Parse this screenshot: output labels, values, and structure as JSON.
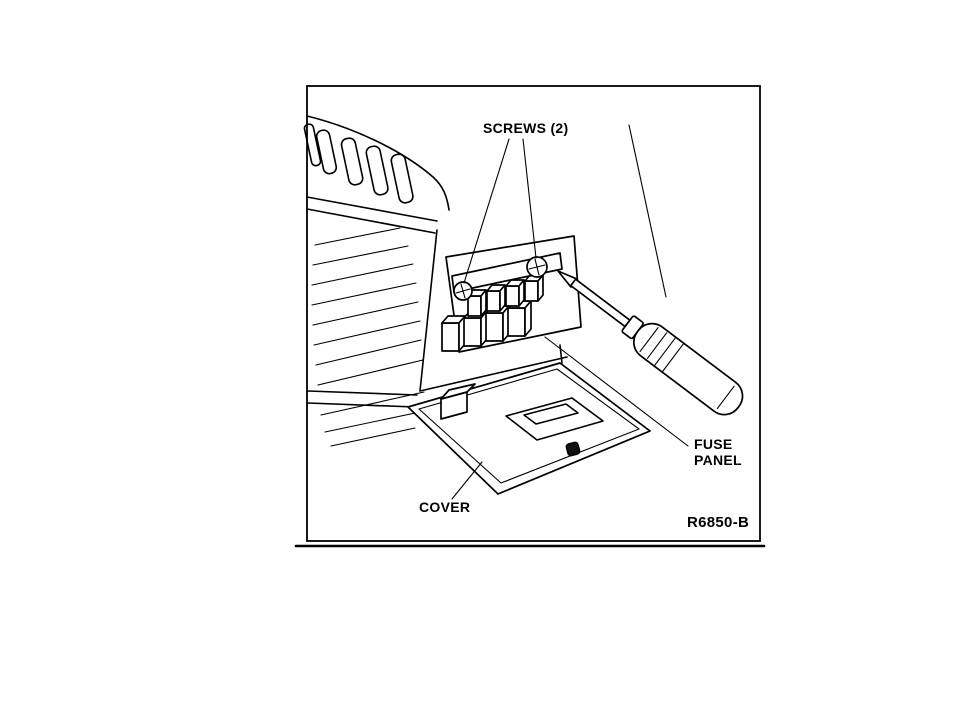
{
  "figure": {
    "labels": {
      "screws": "SCREWS (2)",
      "fuse": "FUSE",
      "panel": "PANEL",
      "cover": "COVER",
      "ref": "R6850-B"
    },
    "colors": {
      "ink": "#000000",
      "paper": "#ffffff"
    }
  }
}
